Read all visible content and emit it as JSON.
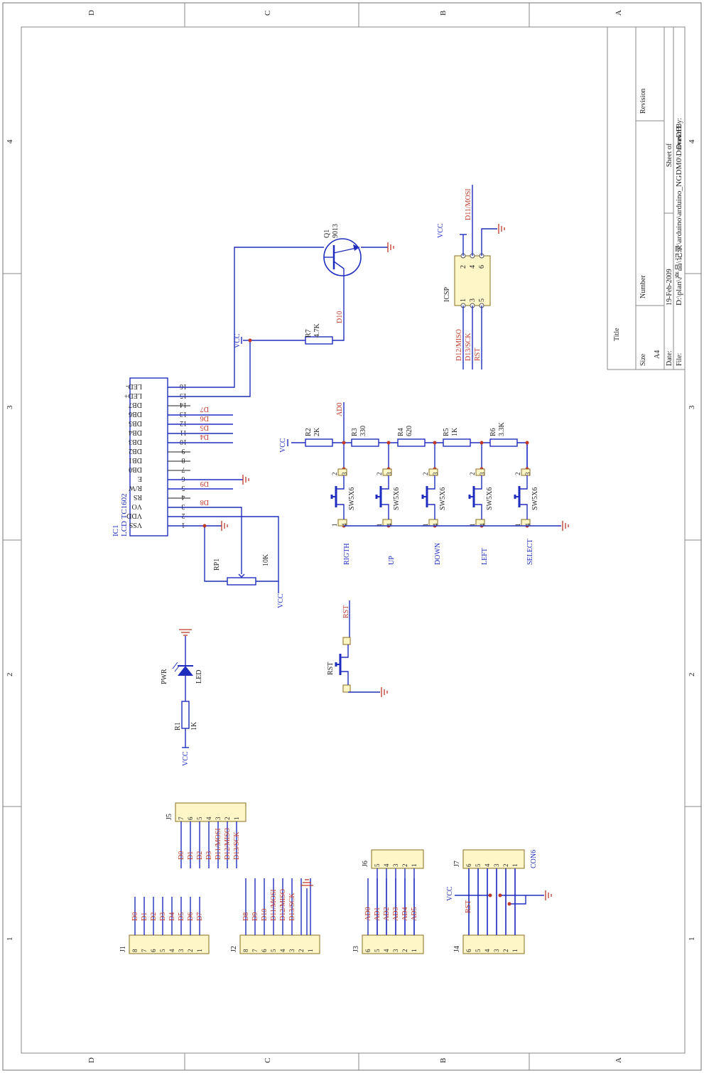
{
  "frame": {
    "zones_letters": [
      "D",
      "C",
      "B",
      "A"
    ],
    "zones_numbers": [
      "4",
      "3",
      "2",
      "1"
    ]
  },
  "title_block": {
    "title_label": "Title",
    "size_label": "Size",
    "size_value": "A4",
    "number_label": "Number",
    "revision_label": "Revision",
    "date_label": "Date:",
    "date_value": "19-Feb-2009",
    "file_label": "File:",
    "file_value": "D:\\plan\\产品\\记录\\arduino\\arduino_NGDM0\\DriveDB.",
    "sheet_label": "Sheet  of",
    "drawn_label": "Drawn By:"
  },
  "lcd": {
    "ref": "IC1",
    "part": "LCD TC1602",
    "pins": [
      {
        "num": "1",
        "name": "VSS"
      },
      {
        "num": "2",
        "name": "VDD"
      },
      {
        "num": "3",
        "name": "VO"
      },
      {
        "num": "4",
        "name": "RS"
      },
      {
        "num": "5",
        "name": "R/W"
      },
      {
        "num": "6",
        "name": "E"
      },
      {
        "num": "7",
        "name": "DB0"
      },
      {
        "num": "8",
        "name": "DB1"
      },
      {
        "num": "9",
        "name": "DB2"
      },
      {
        "num": "10",
        "name": "DB3"
      },
      {
        "num": "11",
        "name": "DB4"
      },
      {
        "num": "12",
        "name": "DB5"
      },
      {
        "num": "13",
        "name": "DB6"
      },
      {
        "num": "14",
        "name": "DB7"
      },
      {
        "num": "15",
        "name": "LED+"
      },
      {
        "num": "16",
        "name": "LED-"
      }
    ],
    "nets": {
      "rs": "D8",
      "e": "D9",
      "db4": "D4",
      "db5": "D5",
      "db6": "D6",
      "db7": "D7"
    }
  },
  "transistor": {
    "ref": "Q1",
    "part": "9013"
  },
  "r7": {
    "ref": "R7",
    "value": "4.7K",
    "net": "D10"
  },
  "vcc": "VCC",
  "rp1": {
    "ref": "RP1",
    "value": "10K"
  },
  "buttons": {
    "resistors": [
      {
        "ref": "R2",
        "value": "2K"
      },
      {
        "ref": "R3",
        "value": "330"
      },
      {
        "ref": "R4",
        "value": "620"
      },
      {
        "ref": "R5",
        "value": "1K"
      },
      {
        "ref": "R6",
        "value": "3.3K"
      }
    ],
    "net": "AD0",
    "switch_part": "SW5X6",
    "names": [
      "RIGTH",
      "UP",
      "DOWN",
      "LEFT",
      "SELECT"
    ],
    "pins": [
      "1",
      "2",
      "3",
      "4"
    ]
  },
  "reset": {
    "ref": "RST",
    "net": "RST"
  },
  "icsp": {
    "ref": "ICSP",
    "pins_left": [
      "1",
      "3",
      "5"
    ],
    "pins_right": [
      "2",
      "4",
      "6"
    ],
    "nets_left": [
      "D12/MISO",
      "D13/SCK",
      "RST"
    ],
    "net_top": "D11/MOSI"
  },
  "power_led": {
    "ref": "PWR",
    "part": "LED",
    "r_ref": "R1",
    "r_value": "1K"
  },
  "j1": {
    "ref": "J1",
    "pins": [
      "8",
      "7",
      "6",
      "5",
      "4",
      "3",
      "2",
      "1"
    ],
    "nets": [
      "D0",
      "D1",
      "D2",
      "D3",
      "D4",
      "D5",
      "D6",
      "D7"
    ]
  },
  "j2": {
    "ref": "J2",
    "pins": [
      "8",
      "7",
      "6",
      "5",
      "4",
      "3",
      "2",
      "1"
    ],
    "nets": [
      "D8",
      "D9",
      "D10",
      "D11/MOSI",
      "D12/MISO",
      "D13/SCK"
    ]
  },
  "j3": {
    "ref": "J3",
    "pins": [
      "6",
      "5",
      "4",
      "3",
      "2",
      "1"
    ],
    "nets": [
      "AD0",
      "AD1",
      "AD2",
      "AD3",
      "AD4",
      "AD5"
    ]
  },
  "j4": {
    "ref": "J4",
    "pins": [
      "6",
      "5",
      "4",
      "3",
      "2",
      "1"
    ],
    "nets": [
      "VCC",
      "RST"
    ]
  },
  "j5": {
    "ref": "J5",
    "pins": [
      "7",
      "6",
      "5",
      "4",
      "3",
      "2",
      "1"
    ],
    "nets": [
      "D0",
      "D1",
      "D2",
      "D3",
      "D11/MOSI",
      "D12/MISO",
      "D13/SCK"
    ]
  },
  "j6": {
    "ref": "J6",
    "pins": [
      "5",
      "4",
      "3",
      "2",
      "1"
    ]
  },
  "j7": {
    "ref": "J7",
    "part": "CON6",
    "pins": [
      "6",
      "5",
      "4",
      "3",
      "2",
      "1"
    ]
  }
}
